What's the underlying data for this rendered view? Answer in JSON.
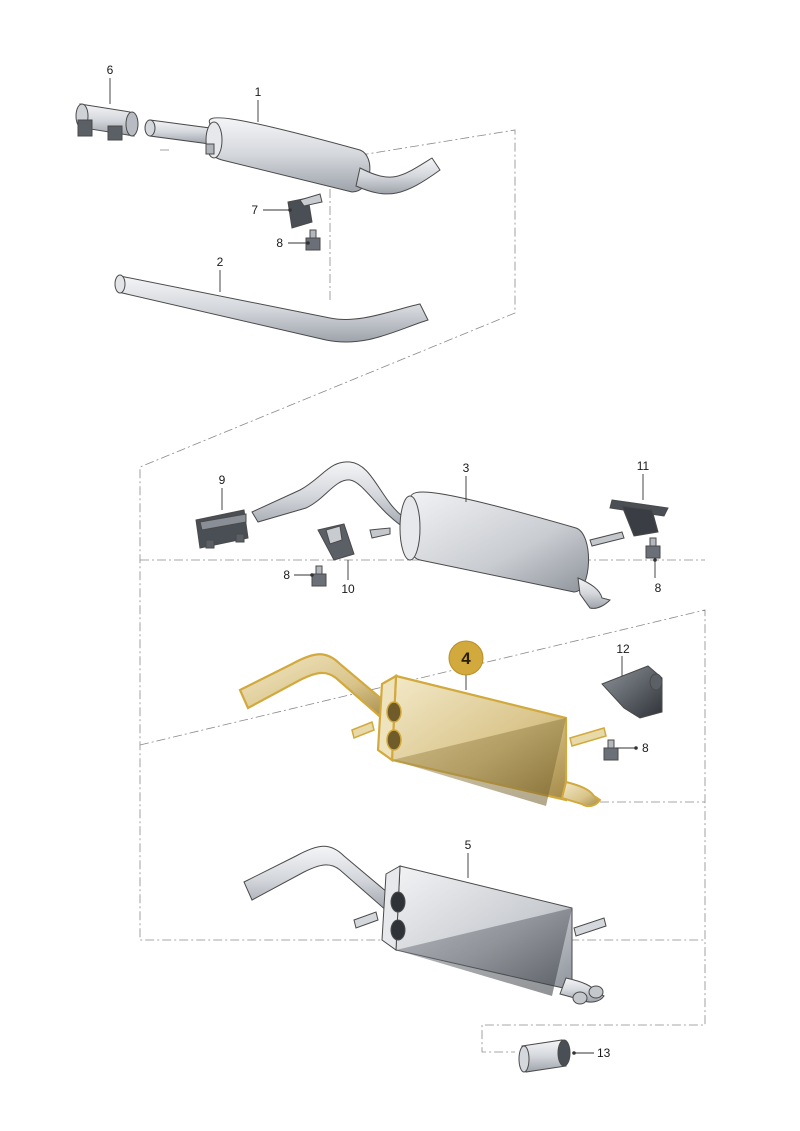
{
  "parts": [
    {
      "id": "6",
      "label": "6"
    },
    {
      "id": "1",
      "label": "1"
    },
    {
      "id": "7",
      "label": "7"
    },
    {
      "id": "8a",
      "label": "8"
    },
    {
      "id": "2",
      "label": "2"
    },
    {
      "id": "9",
      "label": "9"
    },
    {
      "id": "3",
      "label": "3"
    },
    {
      "id": "11",
      "label": "11"
    },
    {
      "id": "8b",
      "label": "8"
    },
    {
      "id": "10",
      "label": "10"
    },
    {
      "id": "8c",
      "label": "8"
    },
    {
      "id": "4",
      "label": "4"
    },
    {
      "id": "12",
      "label": "12"
    },
    {
      "id": "8d",
      "label": "8"
    },
    {
      "id": "5",
      "label": "5"
    },
    {
      "id": "13",
      "label": "13"
    }
  ],
  "highlight": {
    "part": "4",
    "color": "#d2a93c",
    "fill": "#e8d9a8"
  },
  "colors": {
    "metal_light": "#e4e6ea",
    "metal_dark": "#9ea3ab",
    "outline": "#4a4a4a"
  }
}
